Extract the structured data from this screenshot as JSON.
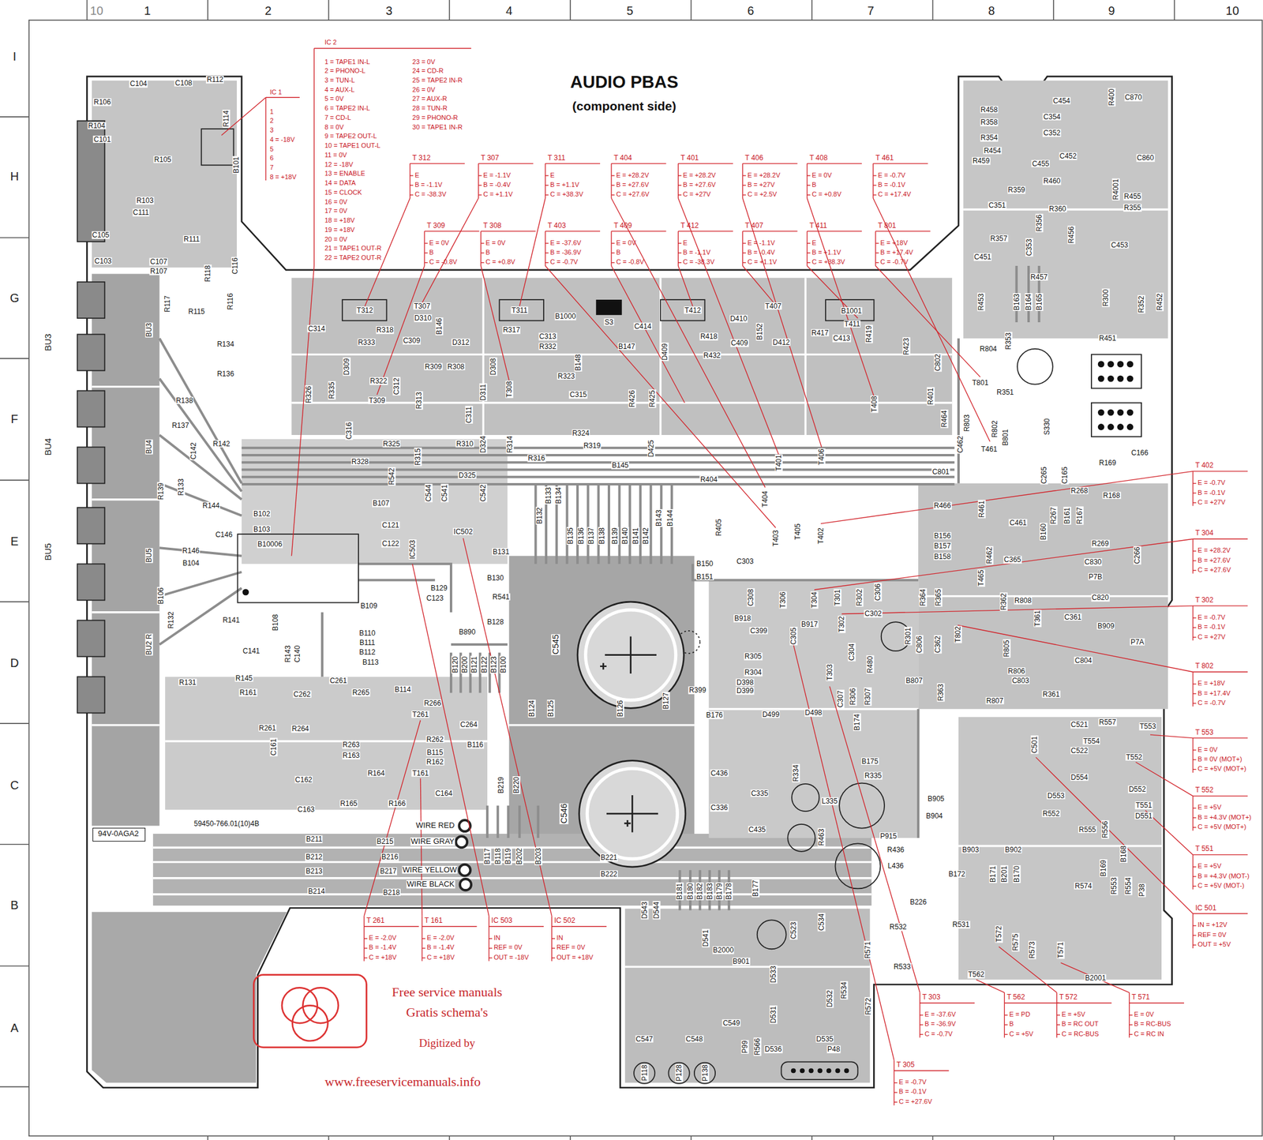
{
  "diagram": {
    "title": "AUDIO PBAS",
    "nodes": [
      {
        "text": [
          "94V-0AGA2"
        ]
      }
    ],
    "labels": [
      "10",
      "1",
      "2",
      "3",
      "4",
      "5",
      "6",
      "7",
      "8",
      "9",
      "10",
      "I",
      "H",
      "G",
      "F",
      "E",
      "D",
      "C",
      "B",
      "A",
      "(component side)",
      "IC 2",
      "1 = TAPE1 IN-L",
      "2 = PHONO-L",
      "3 = TUN-L",
      "4 = AUX-L",
      "5 = 0V",
      "6 = TAPE2 IN-L",
      "7 = CD-L",
      "8 = 0V",
      "9 = TAPE2 OUT-L",
      "10 = TAPE1 OUT-L",
      "11 = 0V",
      "12 = -18V",
      "13 = ENABLE",
      "14 = DATA",
      "15 = CLOCK",
      "16 = 0V",
      "17 = 0V",
      "18 = +18V",
      "19 = +18V",
      "20 = 0V",
      "21 = TAPE1 OUT-R",
      "22 = TAPE2 OUT-R",
      "23 = 0V",
      "24 = CD-R",
      "25 = TAPE2 IN-R",
      "26 = 0V",
      "27 = AUX-R",
      "28 = TUN-R",
      "29 = PHONO-R",
      "30 = TAPE1 IN-R",
      "IC 1",
      "1",
      "2",
      "3",
      "4 = -18V",
      "5",
      "6",
      "7",
      "8 = +18V",
      "T 312",
      "E",
      "B = -1.1V",
      "C = -38.3V",
      "T 307",
      "E = -1.1V",
      "B = -0.4V",
      "C = +1.1V",
      "T 311",
      "E",
      "B = +1.1V",
      "C = +38.3V",
      "T 404",
      "E = +28.2V",
      "B = +27.6V",
      "C = +27.6V",
      "T 401",
      "E = +28.2V",
      "B = +27.6V",
      "C = +27V",
      "T 406",
      "E = +28.2V",
      "B = +27V",
      "C = +2.5V",
      "T 408",
      "E = 0V",
      "B",
      "C = +0.8V",
      "T 461",
      "E = -0.7V",
      "B = -0.1V",
      "C = +17.4V",
      "T 309",
      "E = 0V",
      "B",
      "C = -0.8V",
      "T 308",
      "E = 0V",
      "B",
      "C = +0.8V",
      "T 403",
      "E = -37.6V",
      "B = -36.9V",
      "C = -0.7V",
      "T 409",
      "E = 0V",
      "B",
      "C = -0.8V",
      "T 412",
      "E",
      "B = -1.1V",
      "C = -38.3V",
      "T 407",
      "E = -1.1V",
      "B = -0.4V",
      "C = +1.1V",
      "T 411",
      "E",
      "B = +1.1V",
      "C = +38.3V",
      "T 801",
      "E = +18V",
      "B = +17.4V",
      "C = -0.7V",
      "T 402",
      "E = -0.7V",
      "B = -0.1V",
      "C = +27V",
      "T 304",
      "E = +28.2V",
      "B = +27.6V",
      "C = +27.6V",
      "T 302",
      "E = -0.7V",
      "B = -0.1V",
      "C = +27V",
      "T 802",
      "E = +18V",
      "B = +17.4V",
      "C = -0.7V",
      "T 553",
      "E = 0V",
      "B = 0V (MOT+)",
      "C = +5V (MOT+)",
      "T 552",
      "E = +5V",
      "B = +4.3V (MOT+)",
      "C = +5V (MOT+)",
      "T 551",
      "E = +5V",
      "B = +4.3V (MOT-)",
      "C = +5V (MOT-)",
      "IC 501",
      "IN = +12V",
      "REF = 0V",
      "OUT = +5V",
      "T 261",
      "E = -2.0V",
      "B = -1.4V",
      "C = +18V",
      "T 161",
      "E = -2.0V",
      "B = -1.4V",
      "C = +18V",
      "IC 503",
      "IN",
      "REF = 0V",
      "OUT = -18V",
      "IC 502",
      "IN",
      "REF = 0V",
      "OUT = +18V",
      "T 303",
      "E = -37.6V",
      "B = -36.9V",
      "C = -0.7V",
      "T 562",
      "E = PD",
      "B",
      "C = +5V",
      "T 572",
      "E = +5V",
      "B = RC OUT",
      "C = RC-BUS",
      "T 571",
      "E = 0V",
      "B = RC-BUS",
      "C = RC IN",
      "T 305",
      "E = -0.7V",
      "B = -0.1V",
      "C = +27.6V",
      "59450-766.01(10)4B",
      "WIRE RED",
      "WIRE GRAY",
      "WIRE YELLOW",
      "WIRE BLACK",
      "BU3",
      "BU4",
      "BU5",
      "B1000",
      "S3",
      "B1001",
      "C545",
      "C546",
      "Free service manuals",
      "Gratis schema's",
      "Digitized by",
      "www.freeservicemanuals.info",
      "C104",
      "C108",
      "R112",
      "R106",
      "R104",
      "C101",
      "R114",
      "B101",
      "R105",
      "R103",
      "C111",
      "C105",
      "R111",
      "C103",
      "C107",
      "R107",
      "R118",
      "C116",
      "R117",
      "R115",
      "R116",
      "R134",
      "R136",
      "R138",
      "R137",
      "R142",
      "C142",
      "R139",
      "R133",
      "R144",
      "B102",
      "C146",
      "B103",
      "R146",
      "B104",
      "B10006",
      "B106",
      "R132",
      "R141",
      "B108",
      "C141",
      "R143",
      "C140",
      "R145",
      "R131",
      "R161",
      "C261",
      "C262",
      "R265",
      "B114",
      "R266",
      "R261",
      "R264",
      "C264",
      "R262",
      "B116",
      "C161",
      "R263",
      "R163",
      "B115",
      "R162",
      "R164",
      "C162",
      "C164",
      "R165",
      "R166",
      "C163",
      "C314",
      "R318",
      "D310",
      "R333",
      "C309",
      "D309",
      "B146",
      "D312",
      "R317",
      "C313",
      "R332",
      "B148",
      "B147",
      "C414",
      "R418",
      "D410",
      "B152",
      "R417",
      "C413",
      "R419",
      "R423",
      "C409",
      "D412",
      "R432",
      "D409",
      "R326",
      "R335",
      "R322",
      "R309",
      "R308",
      "D308",
      "R323",
      "C315",
      "D311",
      "R313",
      "C312",
      "C316",
      "R325",
      "R328",
      "C311",
      "R310",
      "D324",
      "R314",
      "R316",
      "R324",
      "R319",
      "R315",
      "D325",
      "R542",
      "C544",
      "C541",
      "C542",
      "B107",
      "C121",
      "C122",
      "IC503",
      "IC502",
      "B131",
      "B129",
      "B130",
      "R541",
      "C123",
      "B109",
      "B128",
      "B890",
      "B110",
      "B111",
      "B112",
      "B113",
      "B132",
      "B133",
      "B134",
      "B135",
      "B136",
      "B137",
      "B138",
      "B139",
      "B140",
      "B141",
      "B142",
      "B143",
      "B144",
      "B145",
      "R426",
      "R425",
      "D425",
      "R404",
      "R405",
      "B150",
      "B151",
      "C303",
      "B120",
      "B200",
      "B121",
      "B122",
      "B123",
      "B100",
      "B124",
      "B125",
      "B126",
      "B127",
      "R399",
      "B176",
      "B219",
      "B220",
      "B117",
      "B118",
      "B119",
      "B202",
      "B203",
      "B221",
      "B222",
      "B181",
      "B180",
      "B182",
      "B183",
      "B179",
      "B178",
      "B177",
      "B211",
      "B212",
      "B213",
      "B214",
      "B215",
      "B216",
      "B217",
      "B218",
      "R458",
      "R358",
      "R354",
      "R454",
      "R459",
      "C454",
      "C354",
      "C352",
      "R400",
      "C870",
      "C455",
      "C452",
      "C860",
      "R460",
      "R359",
      "R4001",
      "R455",
      "C351",
      "R360",
      "R355",
      "R356",
      "R357",
      "R456",
      "C453",
      "C353",
      "C451",
      "R457",
      "R300",
      "R453",
      "B163",
      "B164",
      "B165",
      "R352",
      "R452",
      "R451",
      "R804",
      "R353",
      "C802",
      "T801",
      "R351",
      "R401",
      "R464",
      "R803",
      "S330",
      "R802",
      "B801",
      "C462",
      "T461",
      "C166",
      "R169",
      "C801",
      "C265",
      "C165",
      "R268",
      "R168",
      "R466",
      "R461",
      "C461",
      "B160",
      "R267",
      "B161",
      "R167",
      "B156",
      "B157",
      "B158",
      "R269",
      "C266",
      "R462",
      "C365",
      "C830",
      "T465",
      "P7B",
      "R364",
      "R365",
      "R362",
      "R808",
      "C820",
      "T361",
      "C361",
      "B909",
      "T802",
      "P7A",
      "C806",
      "C362",
      "R805",
      "C804",
      "R806",
      "C803",
      "B807",
      "R363",
      "R361",
      "R807",
      "C308",
      "T306",
      "T304",
      "T301",
      "R302",
      "C306",
      "C302",
      "B918",
      "T302",
      "B917",
      "C399",
      "C305",
      "R301",
      "C304",
      "R305",
      "R480",
      "R304",
      "T303",
      "D398",
      "D399",
      "C307",
      "R306",
      "R307",
      "D499",
      "D498",
      "B174",
      "B175",
      "R334",
      "C436",
      "R335",
      "C335",
      "B905",
      "L335",
      "C336",
      "B904",
      "C435",
      "R463",
      "P915",
      "R436",
      "B903",
      "B902",
      "B171",
      "B201",
      "B170",
      "L436",
      "B172",
      "B226",
      "C501",
      "R557",
      "C521",
      "T553",
      "T554",
      "C522",
      "T552",
      "D554",
      "D552",
      "D553",
      "T551",
      "R552",
      "D551",
      "R555",
      "R556",
      "B168",
      "B169",
      "R574",
      "R553",
      "R554",
      "P38",
      "R532",
      "C534",
      "R531",
      "C523",
      "R575",
      "T572",
      "R571",
      "R573",
      "T571",
      "R533",
      "T562",
      "B2001",
      "R534",
      "R572",
      "D543",
      "D544",
      "D541",
      "B2000",
      "B901",
      "D533",
      "D531",
      "D532",
      "C549",
      "D535",
      "C547",
      "C548",
      "P99",
      "R566",
      "D536",
      "P48",
      "P118",
      "P128",
      "P138",
      "BU3",
      "BU4",
      "BU5",
      "BU2 R",
      "T312",
      "T307",
      "T311",
      "T412",
      "T407",
      "T411",
      "T309",
      "T308",
      "T261",
      "T161",
      "T401",
      "T406",
      "T408",
      "T404",
      "T403",
      "T405",
      "T402"
    ]
  }
}
